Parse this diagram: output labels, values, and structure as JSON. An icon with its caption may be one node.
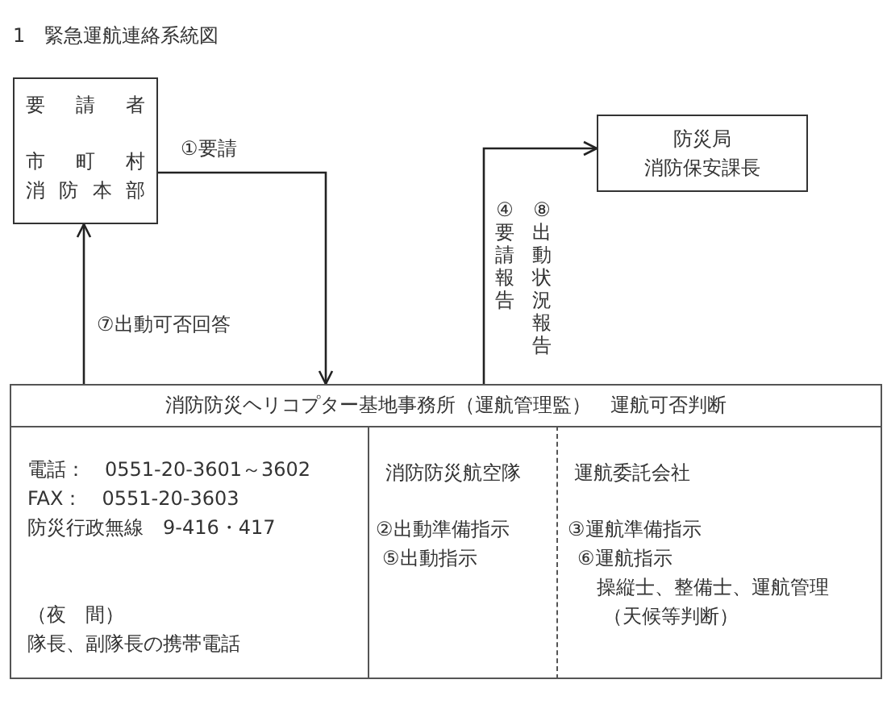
{
  "diagram": {
    "title": "1　緊急運航連絡系統図",
    "nodes": [
      {
        "text": [
          "要請者",
          "市町村",
          "消防本部"
        ]
      },
      {
        "text": [
          "防災局",
          "消防保安課長"
        ]
      },
      {
        "text": [
          "消防防災ヘリコプター基地事務所（運航管理監）　運航可否判断"
        ]
      },
      {
        "text": [
          "電話：　0551-20-3601～3602",
          "FAX：　0551-20-3603",
          "防災行政無線　9-416・417",
          "（夜　間）",
          "隊長、副隊長の携帯電話"
        ],
        "in": 2
      },
      {
        "text": [
          "消防防災航空隊",
          "②出動準備指示",
          "⑤出動指示"
        ],
        "in": 2
      },
      {
        "text": [
          "運航委託会社",
          "③運航準備指示",
          "⑥運航指示",
          "操縦士、整備士、運航管理",
          "（天候等判断）"
        ],
        "in": 2
      }
    ],
    "edges": [
      {
        "from": 0,
        "to": 2,
        "arrow": "to",
        "label": "①要請"
      },
      {
        "from": 2,
        "to": 0,
        "arrow": "to",
        "label": "⑦出動可否回答"
      },
      {
        "from": 2,
        "to": 1,
        "arrow": "to",
        "label": "④要請報告"
      }
    ],
    "labels": [
      "⑧出動状況報告"
    ]
  }
}
